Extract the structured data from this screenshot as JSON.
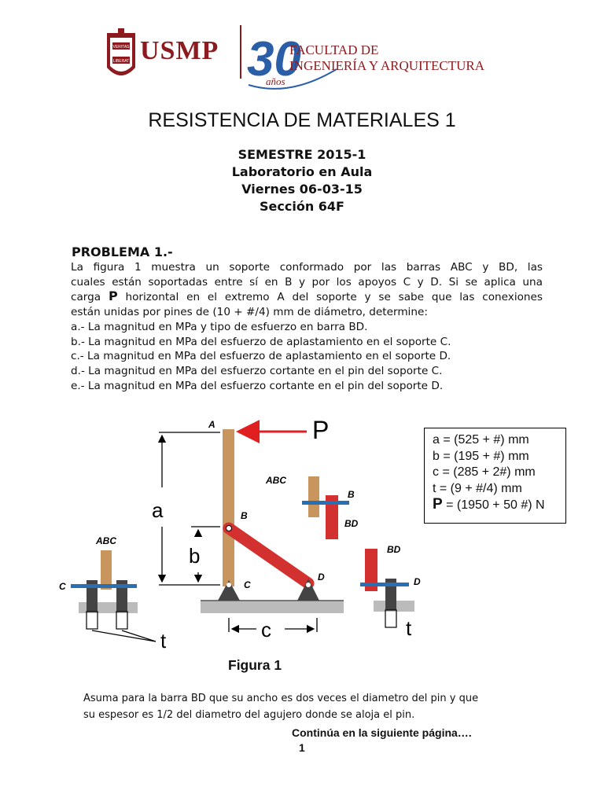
{
  "header": {
    "shield_text_top": "VERITAS",
    "shield_text_bottom": "LIBERAT",
    "university": "USMP",
    "anniversary": "30",
    "faculty_line1": "FACULTAD DE",
    "faculty_line2": "INGENIERÍA Y ARQUITECTURA",
    "anos": "años",
    "brand_color": "#8c1a1e",
    "accent_color": "#2a5fa8"
  },
  "title": "RESISTENCIA DE MATERIALES 1",
  "subtitle": {
    "semester": "SEMESTRE 2015-1",
    "lab": "Laboratorio en Aula",
    "date": "Viernes 06-03-15",
    "section": "Sección 64F"
  },
  "problem": {
    "heading": "PROBLEMA 1.-",
    "line1": "La figura 1 muestra un soporte conformado por las barras ABC y BD, las",
    "line2": "cuales están soportadas entre sí en B y por los apoyos C y D. Si se aplica una",
    "line3_a": "carga ",
    "line3_p": "P",
    "line3_b": " horizontal en el extremo A del soporte y se sabe que las conexiones",
    "line4": "están unidas por pines de (10 + #/4) mm de diámetro, determine:",
    "items": [
      "a.- La magnitud en MPa y tipo de esfuerzo en barra BD.",
      "b.- La magnitud en MPa  del esfuerzo de aplastamiento en el soporte C.",
      "c.- La magnitud en MPa  del esfuerzo de aplastamiento en el soporte D.",
      "d.- La magnitud en MPa del esfuerzo cortante en el pin del soporte C.",
      "e.- La magnitud en MPa del esfuerzo cortante en el pin del soporte D."
    ]
  },
  "figure": {
    "label_A": "A",
    "label_B": "B",
    "label_C": "C",
    "label_D": "D",
    "label_P": "P",
    "label_a": "a",
    "label_b": "b",
    "label_c": "c",
    "label_t": "t",
    "label_ABC": "ABC",
    "label_BD": "BD",
    "caption": "Figura 1",
    "colors": {
      "bar_abc": "#c8955e",
      "bar_bd": "#d33030",
      "arrow_p": "#e02020",
      "pin": "#2b6fb3",
      "support": "#444444",
      "ground": "#bbbbbb"
    }
  },
  "params": {
    "a": "a = (525 + #) mm",
    "b": "b = (195 + #) mm",
    "c": "c = (285 + 2#) mm",
    "t": "t = (9 + #/4) mm",
    "p_symbol": "P",
    "p_value": " = (1950 + 50 #) N"
  },
  "note": {
    "line1": "Asuma para la barra BD que su ancho es dos veces el diametro del pin y que",
    "line2": "su espesor es 1/2 del diametro del agujero donde se aloja el pin."
  },
  "footer": {
    "continue": "Continúa en la siguiente página….",
    "page": "1"
  }
}
